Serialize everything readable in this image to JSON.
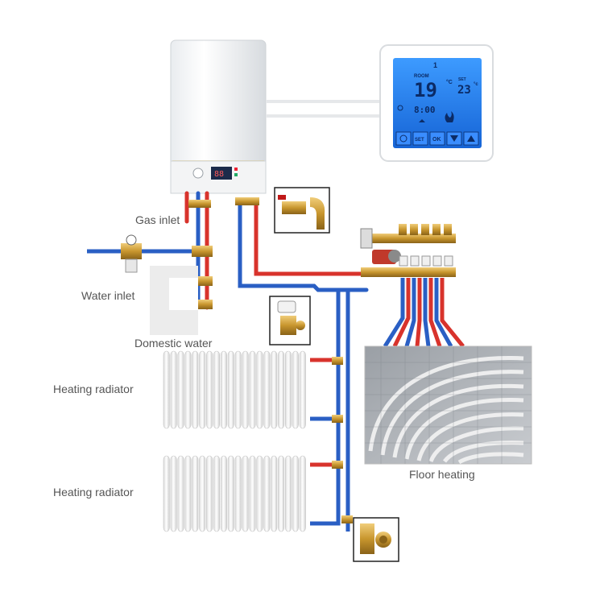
{
  "labels": {
    "gas_inlet": "Gas inlet",
    "water_inlet": "Water inlet",
    "domestic_water": "Domestic water",
    "heating_radiator_top": "Heating radiator",
    "heating_radiator_bottom": "Heating radiator",
    "floor_heating": "Floor heating"
  },
  "thermostat": {
    "zone": "1",
    "room_label": "ROOM",
    "room_temp": "19",
    "room_unit": "°C",
    "set_label": "SET",
    "set_temp": "23",
    "set_unit": "°c",
    "clock": "8:00",
    "buttons": {
      "set": "SET",
      "ok": "OK"
    }
  },
  "boiler": {
    "display": "88"
  },
  "colors": {
    "hot_pipe": "#d8332c",
    "cold_pipe": "#2a5fc4",
    "brass": "#c8962e",
    "lcd": "#1a73e8",
    "label_text": "#555555"
  }
}
